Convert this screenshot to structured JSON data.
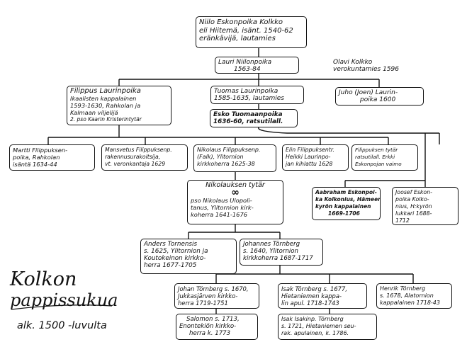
{
  "title": {
    "line1": "Kolkon",
    "line2": "pappissukua",
    "line3": "alk. 1500 -luvulta"
  },
  "persons": {
    "niilo": [
      "Niilo Eskonpoika Kolkko",
      "eli Hiitemä, isänt. 1540-62",
      "eränkävijä, lautamies"
    ],
    "lauri": [
      "Lauri Niilonpoika",
      "1563-84"
    ],
    "olavi": [
      "Olavi Kolkko",
      "verokuntamies 1596"
    ],
    "filippus": [
      "Filippus Laurinpoika",
      "Ikaalisten kappalainen",
      "1593-1630, Rahkolan ja",
      "Kalmaan viljelijä",
      "2. pso Kaarin Kristerintytär"
    ],
    "tuomas": [
      "Tuomas Laurinpoika",
      "1585-1635, lautamies"
    ],
    "juho": [
      "Juho (Joen) Laurin-",
      "poika 1600"
    ],
    "esko": [
      "Esko Tuomaanpoika",
      "1636-60, ratsutilall."
    ],
    "martti": [
      "Martti Filippuksen-",
      "poika, Rahkolan",
      "isäntä 1634-44"
    ],
    "mansvetus": [
      "Mansvetus Filippuksenp.",
      "rakennusurakoitsija,",
      "vt. veronkantaja 1629"
    ],
    "nikolaus": [
      "Nikolaus Filippuksenp.",
      "(Falk), Ylitornion",
      "kirkkoherra 1625-38"
    ],
    "elin": [
      "Elin Filippuksentr.",
      "Heikki Laurinpo-",
      "jan kihlattu 1628"
    ],
    "tytar": [
      "Filippuksen tytär",
      "ratsutilall. Erkki",
      "Eskonpojan vaimo"
    ],
    "nikolauksentytar": {
      "head": "Nikolauksen tytär",
      "symbol": "∞",
      "lines": [
        "pso Nikolaus Ulopoli-",
        "tanus, Ylitornion kirk-",
        "koherra 1641-1676"
      ]
    },
    "aabraham": [
      "Aabraham Eskonpoi-",
      "ka Kolkonius, Hämeen-",
      "kyrön kappalainen",
      "1669-1706"
    ],
    "joosef": [
      "Joosef Eskon-",
      "poika Kolko-",
      "nius, H:kyrön",
      "lukkari 1688-",
      "1712"
    ],
    "anders": [
      "Anders Tornensis",
      "s. 1625, Ylitornion ja",
      "Koutokeinon kirkko-",
      "herra 1677-1705"
    ],
    "johannes": [
      "Johannes Törnberg",
      "s. 1640, Ylitornion",
      "kirkkoherra 1687-1717"
    ],
    "johan": [
      "Johan Törnberg s. 1670,",
      "Jukkasjärven kirkko-",
      "herra 1719-1751"
    ],
    "isak": [
      "Isak Törnberg s. 1677,",
      "Hietaniemen kappa-",
      "lin apul. 1718-1743"
    ],
    "henrik": [
      "Henrik Törnberg",
      "s. 1678, Alatornion",
      "kappalainen 1718-43"
    ],
    "salomon": [
      "Salomon s. 1713,",
      "Enontekiön kirkko-",
      "herra k. 1773"
    ],
    "isakinp": [
      "Isak Isakinp. Törnberg",
      "s. 1721, Hietaniemen seu-",
      "rak. apulainen, k. 1786."
    ]
  }
}
